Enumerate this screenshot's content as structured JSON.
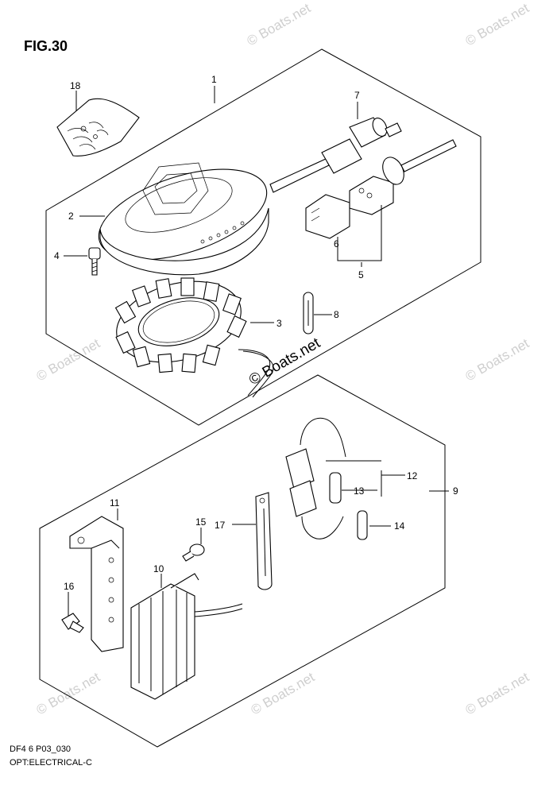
{
  "figure": {
    "title": "FIG.30"
  },
  "footer": {
    "line1": "DF4 6 P03_030",
    "line2": "OPT:ELECTRICAL-C"
  },
  "watermark": {
    "text": "© Boats.net",
    "center_text": "© Boats.net"
  },
  "callouts": [
    "1",
    "2",
    "3",
    "4",
    "5",
    "6",
    "7",
    "8",
    "9",
    "10",
    "11",
    "12",
    "13",
    "14",
    "15",
    "16",
    "17",
    "18"
  ]
}
